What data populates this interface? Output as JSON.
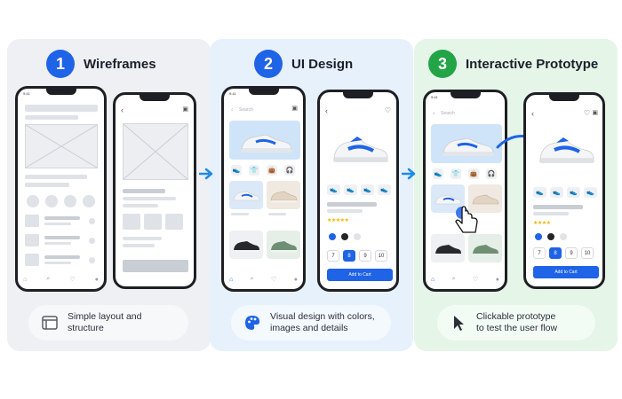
{
  "steps": [
    {
      "num": "1",
      "title": "Wireframes",
      "color": "#1f63e6",
      "caption": [
        "Simple layout and structure"
      ]
    },
    {
      "num": "2",
      "title": "UI Design",
      "color": "#1f63e6",
      "caption": [
        "Visual design with colors,",
        "images and details"
      ]
    },
    {
      "num": "3",
      "title": "Interactive Prototype",
      "color": "#22a447",
      "caption": [
        "Clickable prototype",
        "to test the user flow"
      ]
    }
  ],
  "phone": {
    "status_time": "9:41",
    "search_placeholder": "Search",
    "add_to_cart": "Add to Cart",
    "sizes": [
      "7",
      "8",
      "9",
      "10"
    ],
    "selected_size": "8",
    "rating": "★★★★★",
    "rating_small": "★★★★"
  },
  "colors": {
    "accent": "#1f63e6",
    "green": "#22a447",
    "swatches": [
      "#1f63e6",
      "#222428",
      "#e1e3e6"
    ]
  }
}
